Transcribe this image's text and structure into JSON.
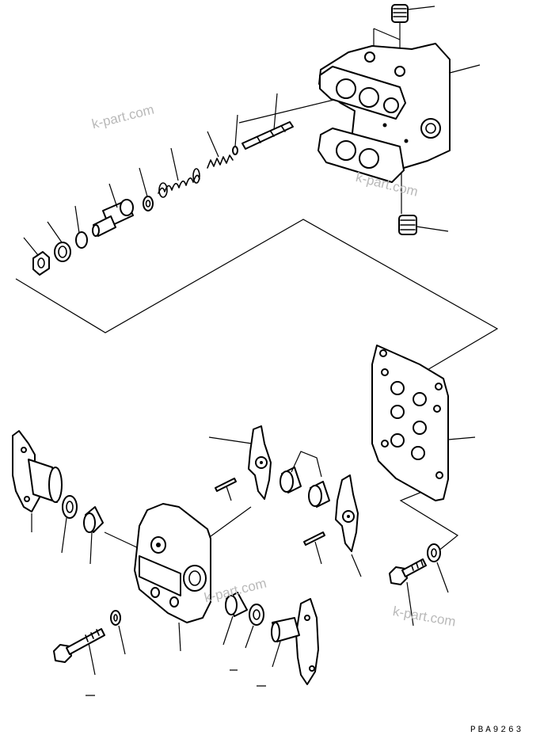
{
  "drawing": {
    "reference_code": "PBA9263",
    "watermarks": [
      "k-part.com",
      "k-part.com",
      "k-part.com",
      "k-part.com"
    ]
  },
  "parts": [
    {
      "name": "valve-body-upper"
    },
    {
      "name": "plug-top"
    },
    {
      "name": "plug-bottom"
    },
    {
      "name": "spool"
    },
    {
      "name": "snap-ring"
    },
    {
      "name": "small-spring"
    },
    {
      "name": "large-spring"
    },
    {
      "name": "washer"
    },
    {
      "name": "piston"
    },
    {
      "name": "o-ring"
    },
    {
      "name": "retainer-ring"
    },
    {
      "name": "nut"
    },
    {
      "name": "gasket-plate"
    },
    {
      "name": "bolt-right"
    },
    {
      "name": "washer-right"
    },
    {
      "name": "valve-body-lower"
    },
    {
      "name": "cover-left"
    },
    {
      "name": "bushing"
    },
    {
      "name": "cover-right"
    },
    {
      "name": "lever-upper"
    },
    {
      "name": "lever-lower"
    },
    {
      "name": "pin"
    },
    {
      "name": "bolt-lower"
    }
  ]
}
